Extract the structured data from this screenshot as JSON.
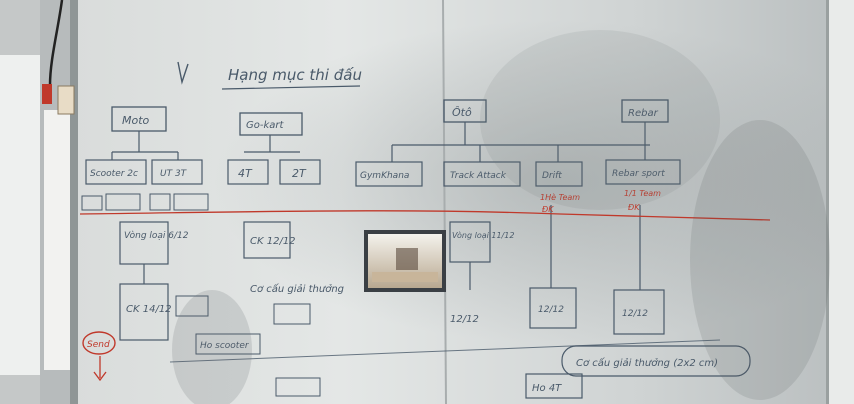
{
  "board": {
    "title": "Hạng mục thi đấu",
    "categories": [
      {
        "name": "Moto",
        "subs": [
          "Scooter 2c",
          "UT 3T"
        ],
        "leaf": [
          "Vòng loại 6/12",
          "CK 14/12"
        ]
      },
      {
        "name": "Go-kart",
        "subs": [
          "4T",
          "2T"
        ],
        "leaf": [
          "CK 12/12"
        ]
      },
      {
        "name": "Ôtô",
        "subs": [
          "GymKhana",
          "Track Attack",
          "Drift"
        ],
        "leaf": [
          "Vòng loại 11/12",
          "12/12",
          "12/12"
        ]
      },
      {
        "name": "Rebar",
        "subs": [
          "Rebar sport"
        ],
        "leaf": [
          "12/12"
        ]
      }
    ],
    "notes": {
      "drift_tag_top": "1Hè Team",
      "drift_tag_bottom": "ĐK",
      "rebar_tag_top": "1/1 Team",
      "rebar_tag_bottom": "ĐK",
      "left_prize": "Cơ cấu giải thưởng",
      "right_prize": "Cơ cấu giải thưởng (2x2 cm)",
      "bottom_left_box": "Ho scooter",
      "bottom_right_box": "Ho 4T",
      "red_circle_label": "Send"
    }
  },
  "colors": {
    "ink_blue": "#4a5a6a",
    "ink_red": "#c0392b",
    "board": "#dde1df"
  }
}
